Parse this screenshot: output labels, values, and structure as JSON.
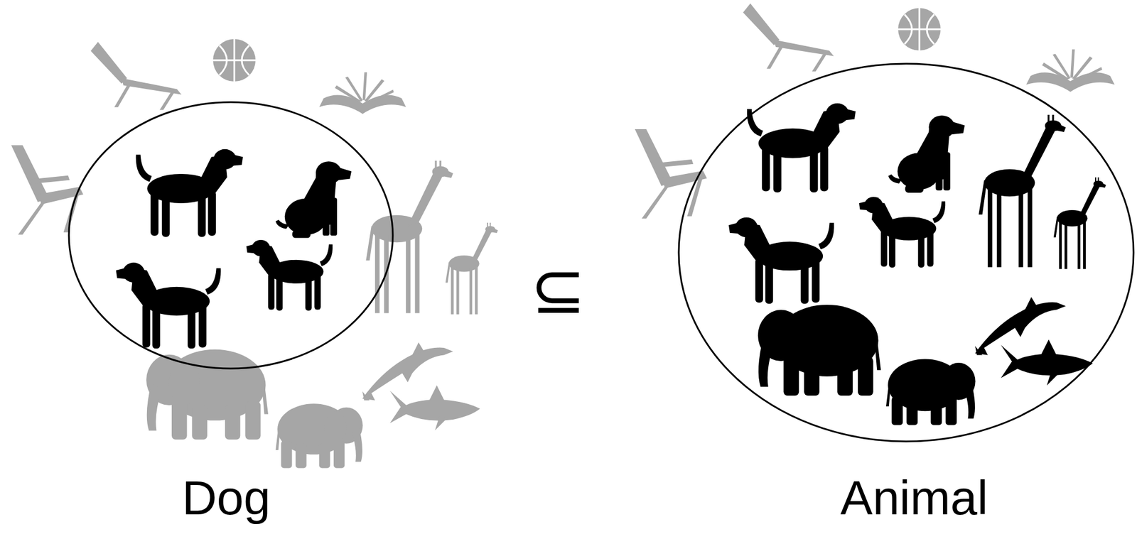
{
  "diagram": {
    "nodes": [
      {
        "text": [
          "Dog"
        ]
      },
      {
        "text": [
          "Animal"
        ]
      }
    ],
    "labels": [
      "⊆"
    ]
  }
}
